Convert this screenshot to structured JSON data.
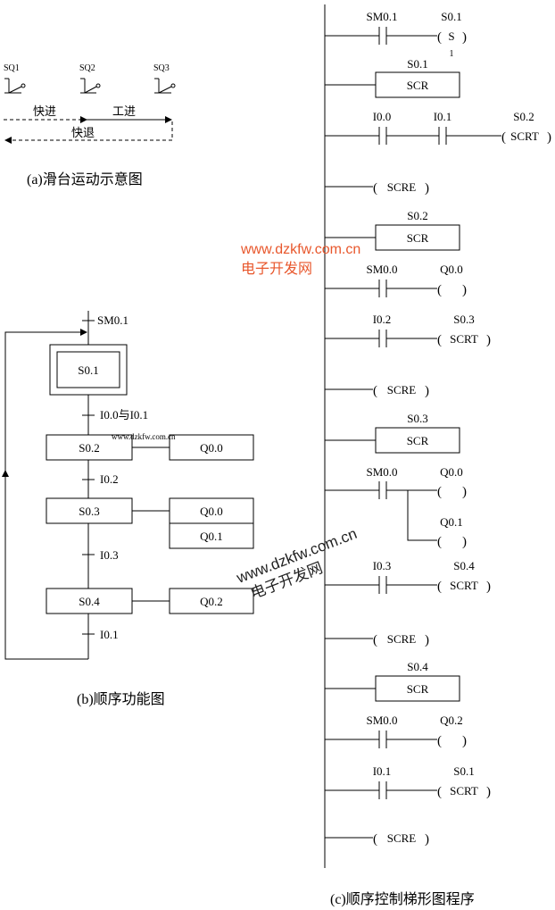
{
  "part_a": {
    "switches": [
      "SQ1",
      "SQ2",
      "SQ3"
    ],
    "fast_forward": "快进",
    "work_feed": "工进",
    "fast_return": "快退",
    "caption": "(a)滑台运动示意图"
  },
  "part_b": {
    "initial_transition": "SM0.1",
    "initial_step": "S0.1",
    "t1": "I0.0与I0.1",
    "step2": "S0.2",
    "step2_action": "Q0.0",
    "t2": "I0.2",
    "step3": "S0.3",
    "step3_action1": "Q0.0",
    "step3_action2": "Q0.1",
    "t3": "I0.3",
    "step4": "S0.4",
    "step4_action": "Q0.2",
    "t4": "I0.1",
    "inline_watermark": "www.dzkfw.com.cn",
    "caption": "(b)顺序功能图"
  },
  "part_c": {
    "r1_contact": "SM0.1",
    "r1_coil_addr": "S0.1",
    "r1_coil": "S",
    "r1_count": "1",
    "r2_addr": "S0.1",
    "r2_box": "SCR",
    "r3_c1": "I0.0",
    "r3_c2": "I0.1",
    "r3_coil_addr": "S0.2",
    "r3_coil": "SCRT",
    "r4_coil": "SCRE",
    "r5_addr": "S0.2",
    "r5_box": "SCR",
    "r6_contact": "SM0.0",
    "r6_coil_addr": "Q0.0",
    "r7_contact": "I0.2",
    "r7_coil_addr": "S0.3",
    "r7_coil": "SCRT",
    "r8_coil": "SCRE",
    "r9_addr": "S0.3",
    "r9_box": "SCR",
    "r10_contact": "SM0.0",
    "r10_coil1_addr": "Q0.0",
    "r10_coil2_addr": "Q0.1",
    "r11_contact": "I0.3",
    "r11_coil_addr": "S0.4",
    "r11_coil": "SCRT",
    "r12_coil": "SCRE",
    "r13_addr": "S0.4",
    "r13_box": "SCR",
    "r14_contact": "SM0.0",
    "r14_coil_addr": "Q0.2",
    "r15_contact": "I0.1",
    "r15_coil_addr": "S0.1",
    "r15_coil": "SCRT",
    "r16_coil": "SCRE",
    "caption": "(c)顺序控制梯形图程序"
  },
  "watermarks": {
    "url": "www.dzkfw.com.cn",
    "name": "电子开发网",
    "color": "#e8572c"
  }
}
